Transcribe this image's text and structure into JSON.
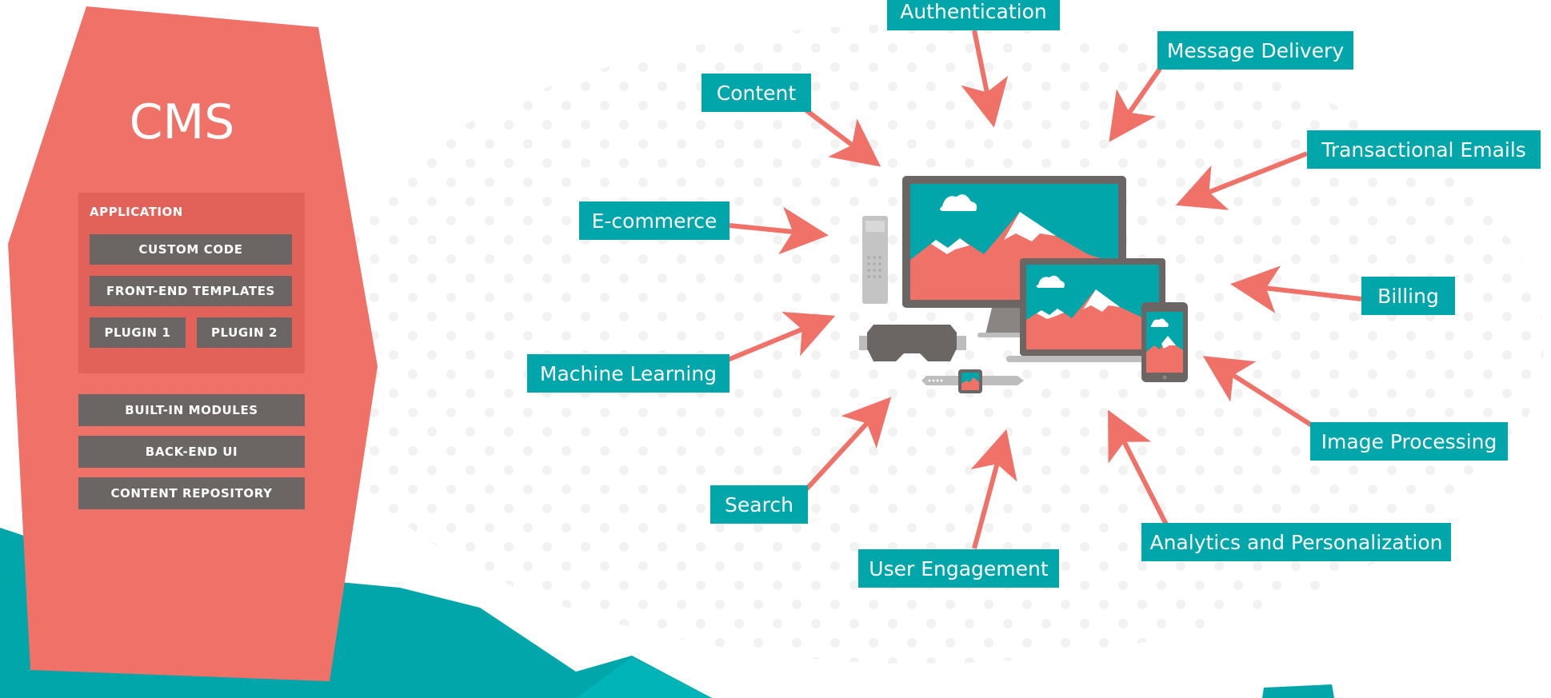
{
  "cms": {
    "title": "CMS",
    "application": {
      "label": "APPLICATION",
      "custom_code": "CUSTOM CODE",
      "front_end_templates": "FRONT-END TEMPLATES",
      "plugin_1": "PLUGIN 1",
      "plugin_2": "PLUGIN 2"
    },
    "built_in_modules": "BUILT-IN MODULES",
    "back_end_ui": "BACK-END UI",
    "content_repository": "CONTENT REPOSITORY"
  },
  "services": {
    "authentication": "Authentication",
    "message_delivery": "Message Delivery",
    "content": "Content",
    "transactional_emails": "Transactional Emails",
    "e_commerce": "E-commerce",
    "billing": "Billing",
    "machine_learning": "Machine Learning",
    "image_processing": "Image Processing",
    "search": "Search",
    "analytics_and_personalization": "Analytics and Personalization",
    "user_engagement": "User Engagement"
  },
  "colors": {
    "coral": "#f07167",
    "teal": "#00a6a9",
    "dark_gray": "#6b6563",
    "light_gray": "#bdbdbd"
  }
}
